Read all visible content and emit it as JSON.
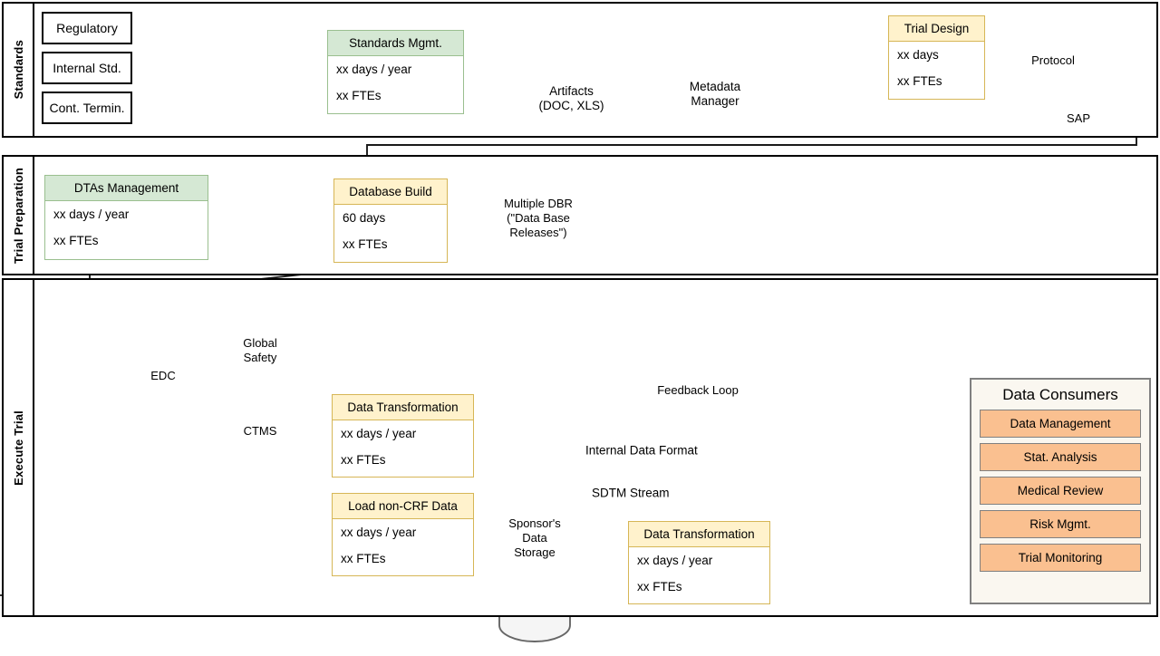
{
  "lanes": [
    {
      "title": "Standards"
    },
    {
      "title": "Trial Preparation"
    },
    {
      "title": "Execute Trial"
    }
  ],
  "standards": {
    "inputs": [
      {
        "label": "Regulatory"
      },
      {
        "label": "Internal Std."
      },
      {
        "label": "Cont. Termin."
      }
    ],
    "standards_mgmt": {
      "title": "Standards Mgmt.",
      "row1": "xx days / year",
      "row2": "xx FTEs"
    },
    "artifacts": {
      "line1": "Artifacts",
      "line2": "(DOC, XLS)"
    },
    "metadata_manager": {
      "line1": "Metadata",
      "line2": "Manager"
    },
    "trial_design": {
      "title": "Trial Design",
      "row1": "xx days",
      "row2": "xx FTEs"
    },
    "documents": [
      {
        "label": "Protocol"
      },
      {
        "label": "SAP"
      }
    ]
  },
  "trial_preparation": {
    "dtas": {
      "title": "DTAs Management",
      "row1": "xx days / year",
      "row2": "xx FTEs"
    },
    "database_build": {
      "title": "Database Build",
      "row1": "60 days",
      "row2": "xx FTEs"
    },
    "dbr_note": {
      "line1": "Multiple DBR",
      "line2": "(\"Data Base",
      "line3": "Releases\")"
    }
  },
  "execute_trial": {
    "edc": {
      "label": "EDC"
    },
    "global_safety": {
      "line1": "Global",
      "line2": "Safety"
    },
    "ctms": {
      "label": "CTMS"
    },
    "data_transformation_top": {
      "title": "Data Transformation",
      "row1": "xx days / year",
      "row2": "xx FTEs"
    },
    "load_non_crf": {
      "title": "Load non-CRF Data",
      "row1": "xx days / year",
      "row2": "xx FTEs"
    },
    "sponsor_storage": {
      "line1": "Sponsor's",
      "line2": "Data",
      "line3": "Storage"
    },
    "stream_arrows": [
      {
        "label": "Internal Data Format"
      },
      {
        "label": "SDTM Stream"
      }
    ],
    "data_transformation_bottom": {
      "title": "Data Transformation",
      "row1": "xx days / year",
      "row2": "xx FTEs"
    },
    "feedback_loop": {
      "label": "Feedback Loop"
    },
    "data_consumers": {
      "title": "Data Consumers",
      "items": [
        {
          "label": "Data Management"
        },
        {
          "label": "Stat. Analysis"
        },
        {
          "label": "Medical Review"
        },
        {
          "label": "Risk Mgmt."
        },
        {
          "label": "Trial Monitoring"
        }
      ]
    }
  },
  "colors": {
    "green_fill": "#d5e8d4",
    "green_border": "#9abf8f",
    "yellow_fill": "#fff2cc",
    "yellow_border": "#d6b656",
    "red_fill": "#f8cecc",
    "red_border": "#b85450",
    "blue_fill": "#dae8fc",
    "blue_border": "#6c8ebf",
    "orange_fill": "#fac090",
    "panel_fill": "#faf7f0",
    "gray_border": "#808080",
    "line": "#1a1a1a"
  }
}
